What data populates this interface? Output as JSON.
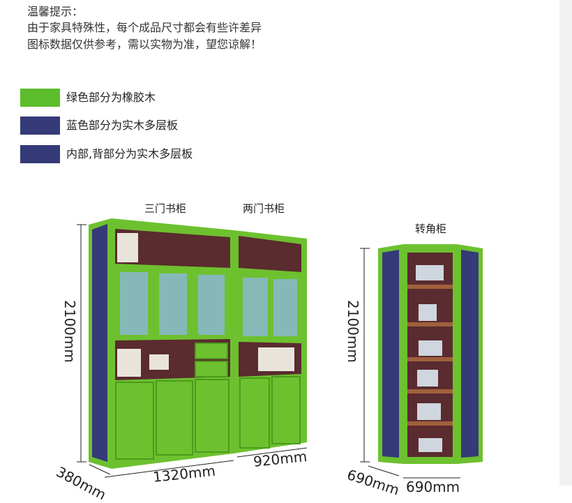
{
  "notice": {
    "title": "温馨提示：",
    "line1": "由于家具特殊性，每个成品尺寸都会有些许差异",
    "line2": "图标数据仅供参考，需以实物为准，望您谅解！"
  },
  "legend": [
    {
      "color": "#5bbd2b",
      "text": "绿色部分为橡胶木"
    },
    {
      "color": "#353a78",
      "text": "蓝色部分为实木多层板"
    },
    {
      "color": "#353a78",
      "text": "内部,背部分为实木多层板"
    }
  ],
  "cabinets": {
    "three_door": "三门书柜",
    "two_door": "两门书柜",
    "corner": "转角柜"
  },
  "dimensions": {
    "main_height": "2100mm",
    "main_depth": "380mm",
    "three_door_width": "1320mm",
    "two_door_width": "920mm",
    "corner_height": "2100mm",
    "corner_depth": "690mm",
    "corner_width": "690mm"
  },
  "colors": {
    "green": "#6dc12f",
    "green_dark": "#4c9a1c",
    "blue": "#353a78",
    "interior": "#5a2b2f"
  }
}
